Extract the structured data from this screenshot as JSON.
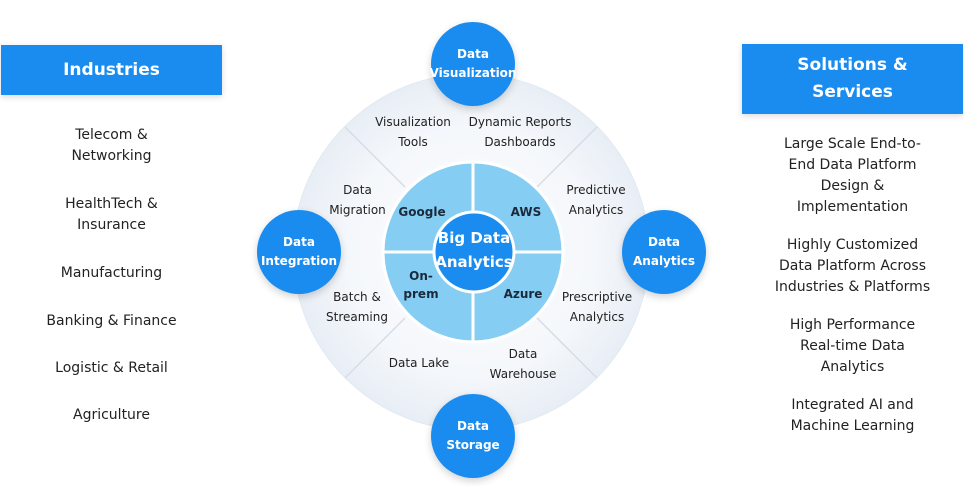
{
  "industries": {
    "title": "Industries",
    "items": [
      "Telecom &\nNetworking",
      "HealthTech &\nInsurance",
      "Manufacturing",
      "Banking & Finance",
      "Logistic & Retail",
      "Agriculture"
    ]
  },
  "solutions": {
    "title": "Solutions &\nServices",
    "items": [
      "Large Scale End-to-\nEnd Data Platform\nDesign &\nImplementation",
      "Highly Customized\nData Platform Across\nIndustries & Platforms",
      "High Performance\nReal-time Data\nAnalytics",
      "Integrated AI and\nMachine Learning"
    ]
  },
  "center": {
    "title": "Big Data\nAnalytics",
    "quadrants": [
      "Google",
      "AWS",
      "On-\nprem",
      "Azure"
    ]
  },
  "nodes": {
    "top": "Data\nVisualization",
    "left": "Data\nIntegration",
    "right": "Data\nAnalytics",
    "bottom": "Data\nStorage"
  },
  "ring": {
    "top_left": "Visualization\nTools",
    "top_right": "Dynamic Reports\nDashboards",
    "left_top": "Data\nMigration",
    "left_bottom": "Batch  &\nStreaming",
    "right_top": "Predictive\nAnalytics",
    "right_bottom": "Prescriptive\nAnalytics",
    "bottom_left": "Data Lake",
    "bottom_right": "Data\nWarehouse"
  },
  "colors": {
    "accent": "#1a8cf0",
    "inner_light": "#8fd0f5",
    "inner_ring": "#c7ebfb",
    "ring_bg": "#eef3f8"
  }
}
